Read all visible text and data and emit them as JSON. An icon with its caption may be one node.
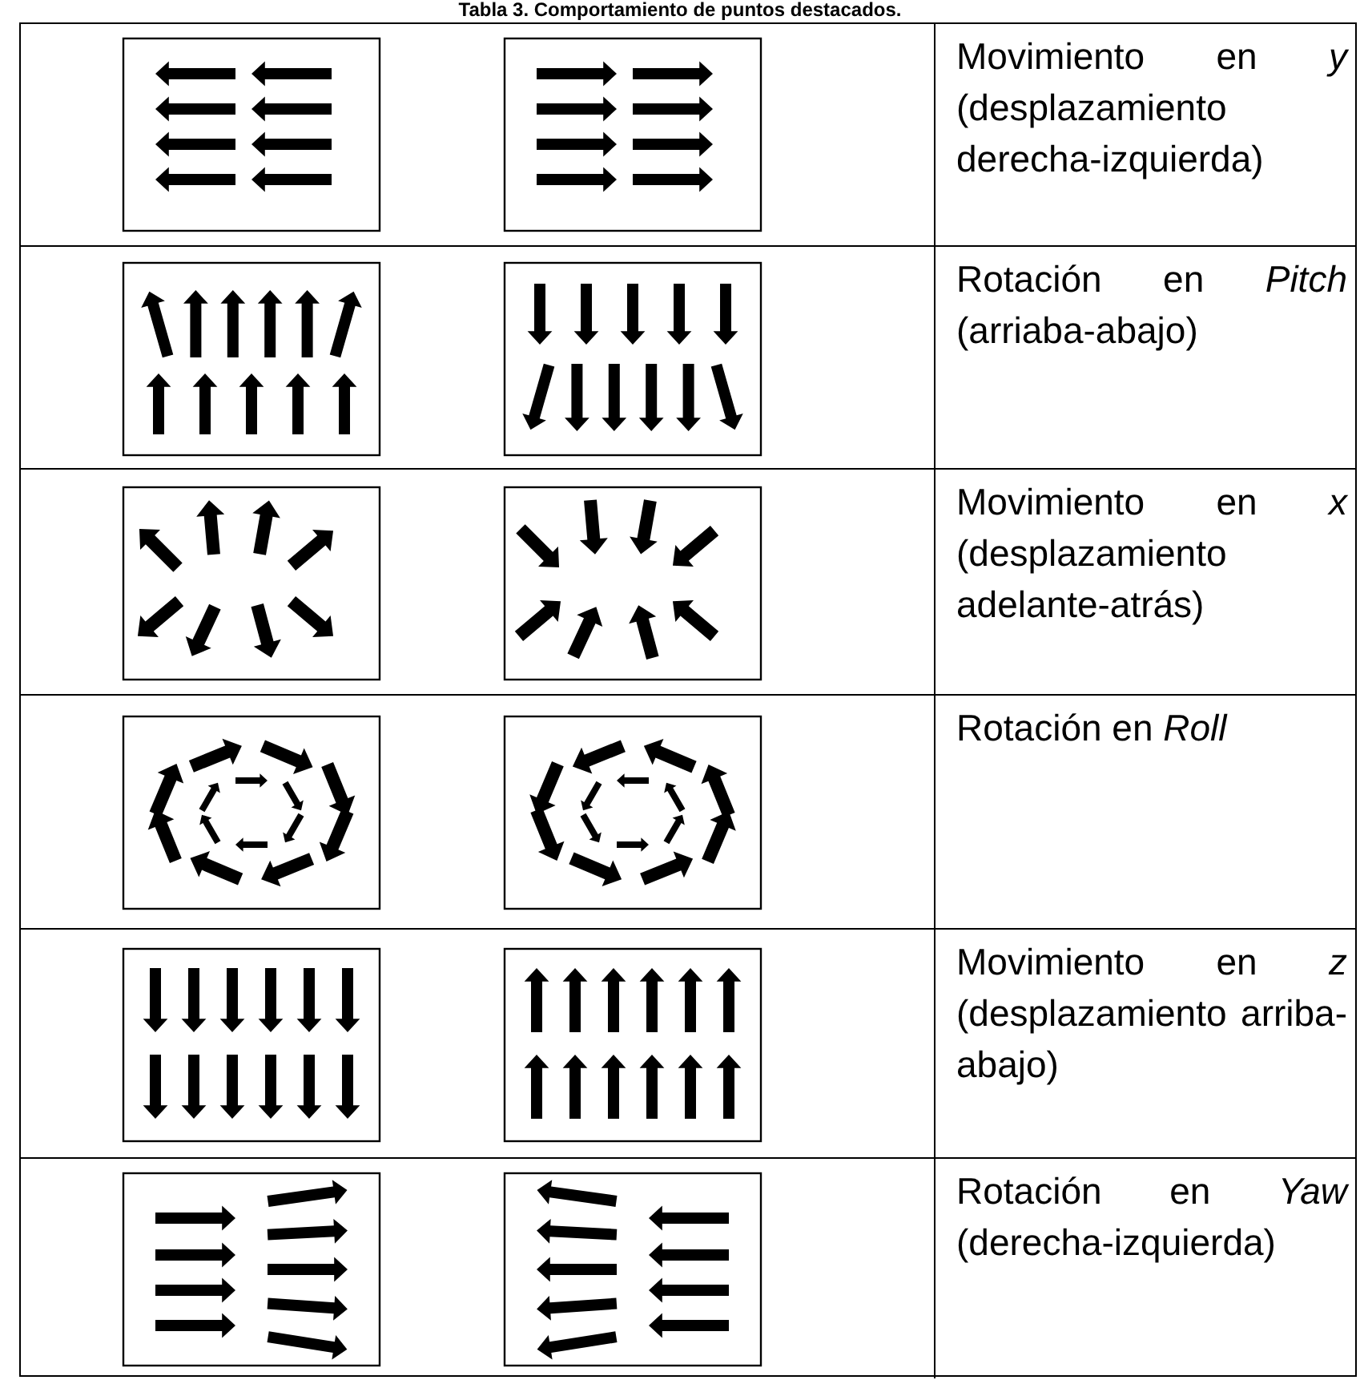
{
  "diagram": {
    "title": "Tabla 3. Comportamiento de puntos destacados.",
    "labels": [
      "Movimiento en *y* (desplazamiento derecha-izquierda)",
      "Rotación en *Pitch* (arriaba-abajo)",
      "Movimiento en *x* (desplazamiento adelante-atrás)",
      "Rotación en *Roll*",
      "Movimiento en *z* (desplazamiento arriba-abajo)",
      "Rotación en *Yaw* (derecha-izquierda)"
    ]
  }
}
